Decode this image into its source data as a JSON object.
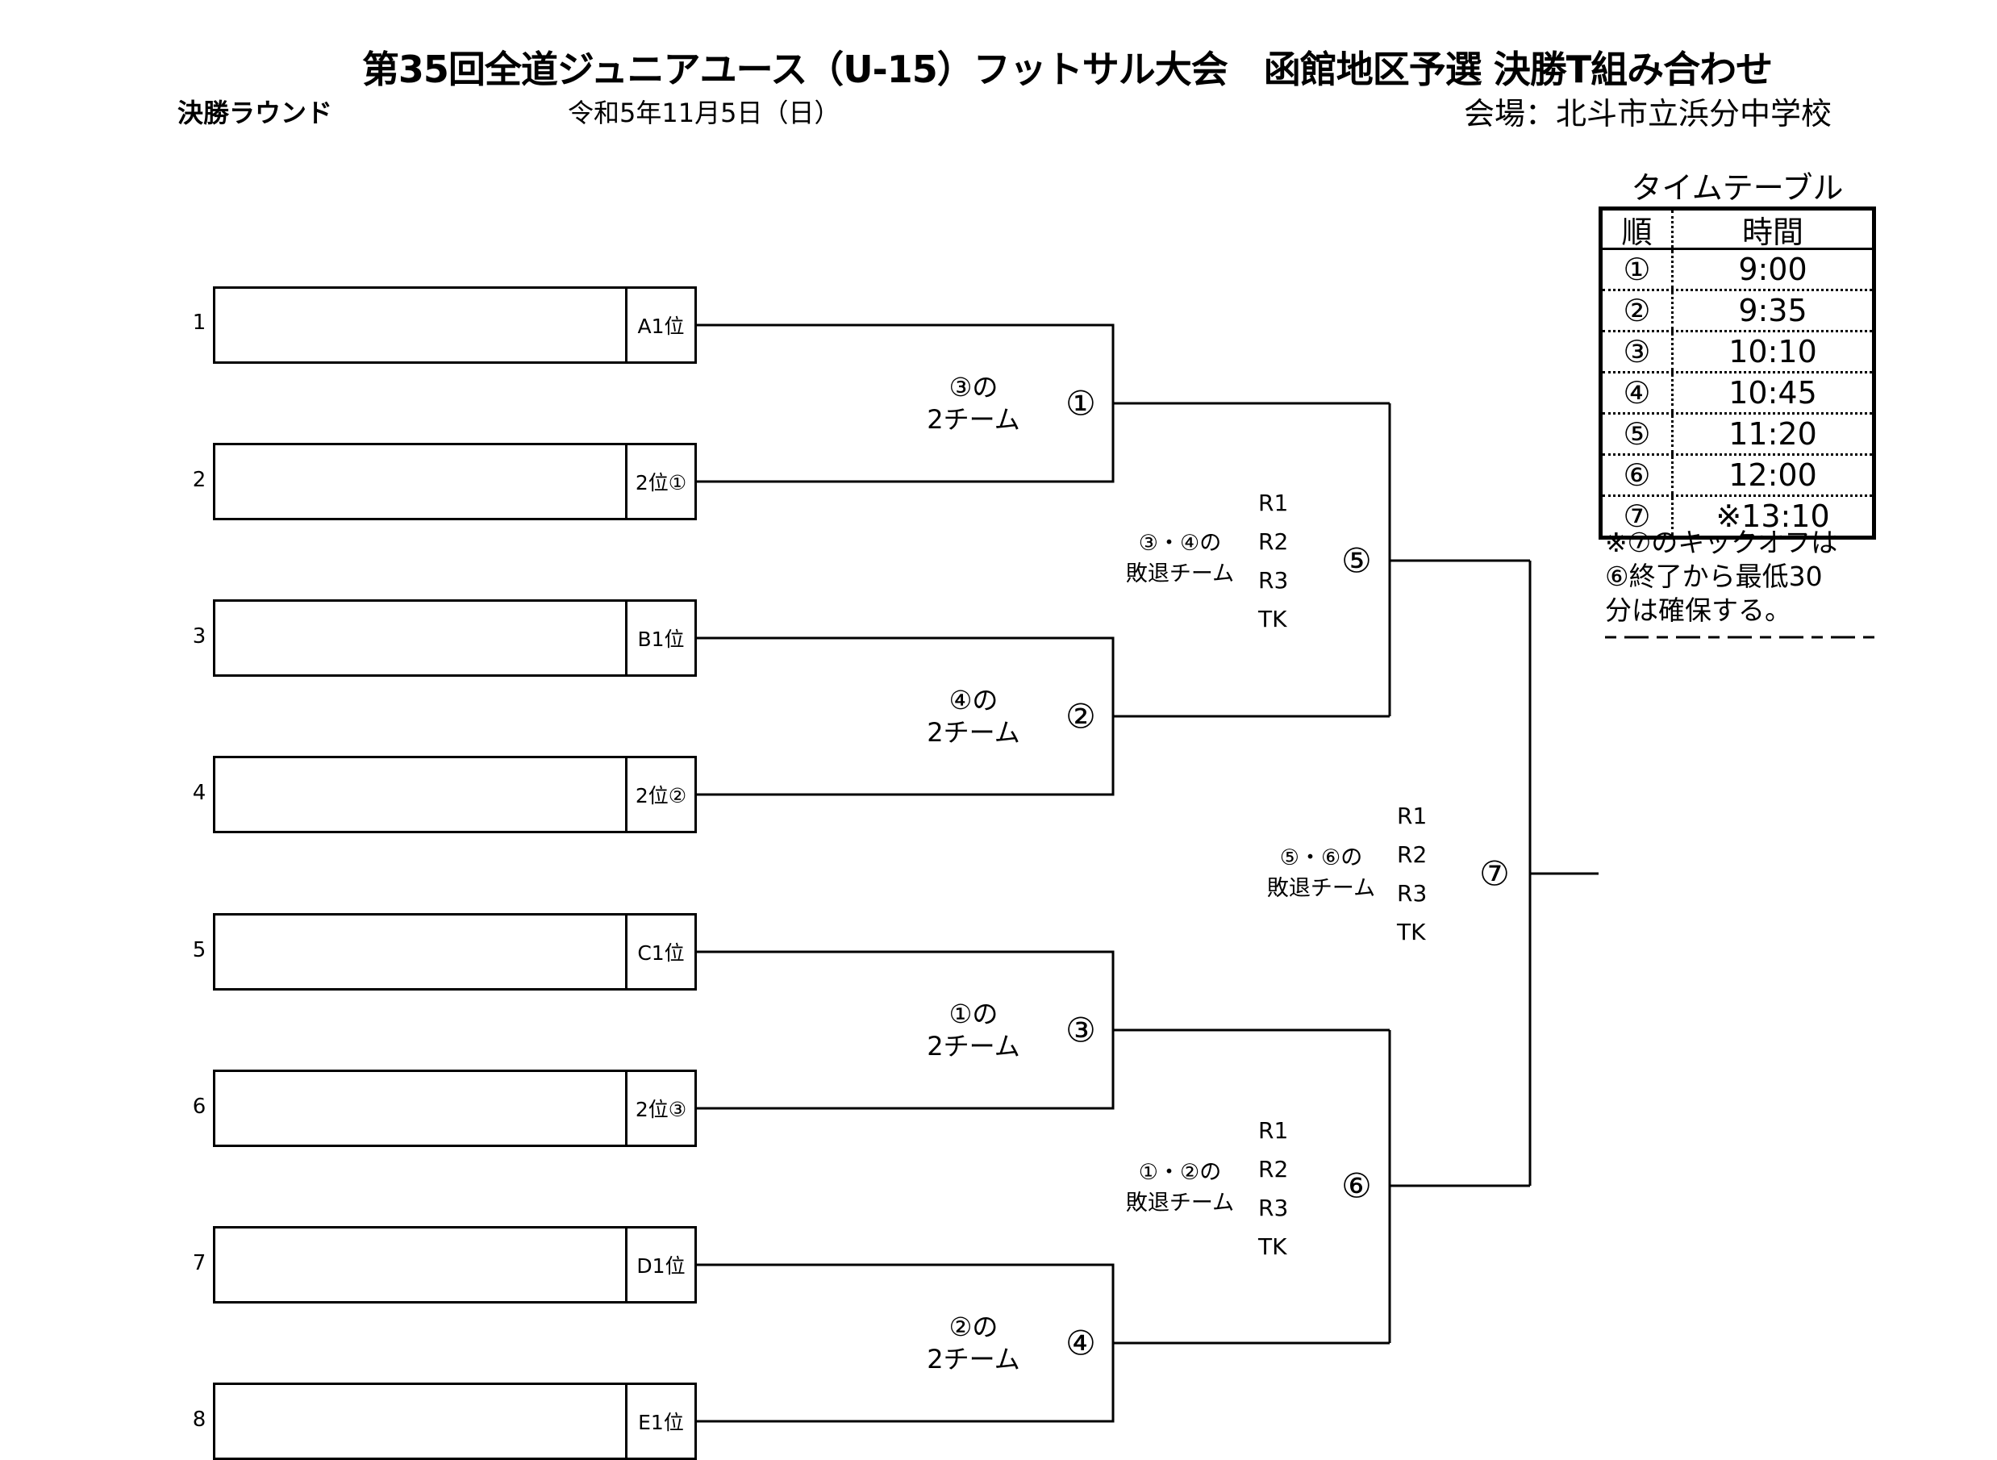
{
  "header": {
    "title": "第35回全道ジュニアユース（U-15）フットサル大会　函館地区予選 決勝T組み合わせ",
    "round": "決勝ラウンド",
    "date": "令和5年11月5日（日）",
    "venue": "会場：北斗市立浜分中学校"
  },
  "entries": [
    {
      "seed": "1",
      "label": "A1位"
    },
    {
      "seed": "2",
      "label": "2位①"
    },
    {
      "seed": "3",
      "label": "B1位"
    },
    {
      "seed": "4",
      "label": "2位②"
    },
    {
      "seed": "5",
      "label": "C1位"
    },
    {
      "seed": "6",
      "label": "2位③"
    },
    {
      "seed": "7",
      "label": "D1位"
    },
    {
      "seed": "8",
      "label": "E1位"
    }
  ],
  "matches": [
    {
      "num": "①",
      "desc1": "③の",
      "desc2": "2チーム"
    },
    {
      "num": "②",
      "desc1": "④の",
      "desc2": "2チーム"
    },
    {
      "num": "③",
      "desc1": "①の",
      "desc2": "2チーム"
    },
    {
      "num": "④",
      "desc1": "②の",
      "desc2": "2チーム"
    },
    {
      "num": "⑤",
      "desc1": "③・④の",
      "desc2": "敗退チーム"
    },
    {
      "num": "⑥",
      "desc1": "①・②の",
      "desc2": "敗退チーム"
    },
    {
      "num": "⑦",
      "desc1": "⑤・⑥の",
      "desc2": "敗退チーム"
    }
  ],
  "referee_roles": [
    "R1",
    "R2",
    "R3",
    "TK"
  ],
  "timetable": {
    "title": "タイムテーブル",
    "col_order": "順",
    "col_time": "時間",
    "rows": [
      {
        "order": "①",
        "time": "9:00"
      },
      {
        "order": "②",
        "time": "9:35"
      },
      {
        "order": "③",
        "time": "10:10"
      },
      {
        "order": "④",
        "time": "10:45"
      },
      {
        "order": "⑤",
        "time": "11:20"
      },
      {
        "order": "⑥",
        "time": "12:00"
      },
      {
        "order": "⑦",
        "time": "※13:10"
      }
    ],
    "note": [
      "※⑦のキックオフは",
      "⑥終了から最低30",
      "分は確保する。"
    ]
  }
}
